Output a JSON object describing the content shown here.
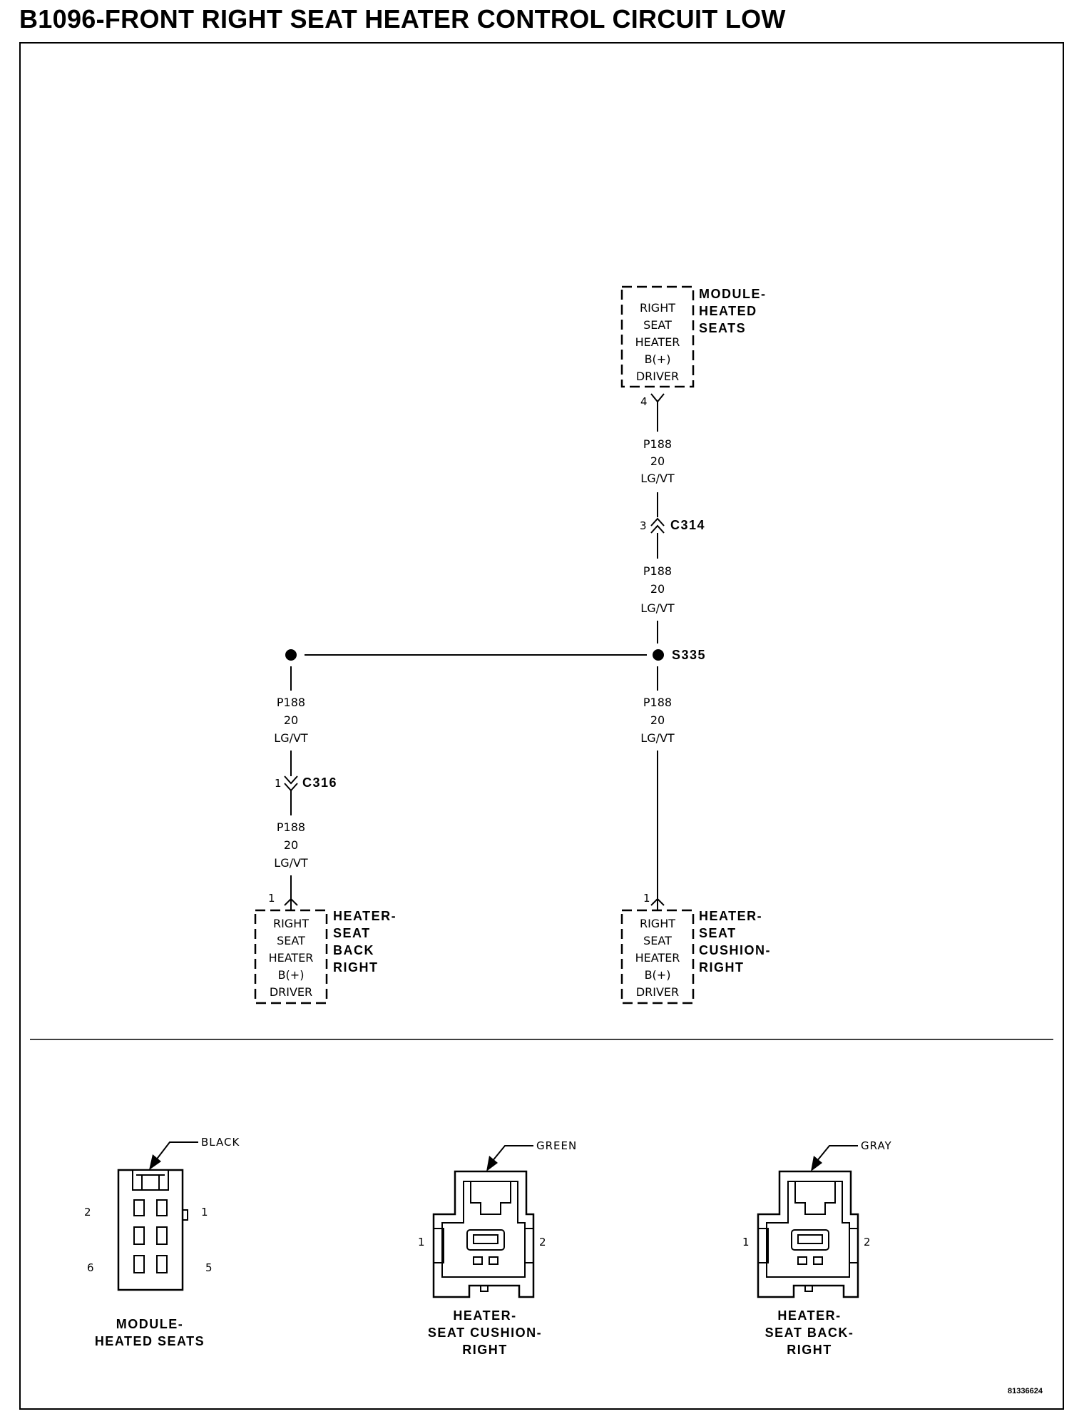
{
  "title": "B1096-FRONT RIGHT SEAT HEATER CONTROL CIRCUIT LOW",
  "module": {
    "name_lines": [
      "MODULE-",
      "HEATED",
      "SEATS"
    ],
    "box_lines": [
      "RIGHT",
      "SEAT",
      "HEATER",
      "B(+)",
      "DRIVER"
    ],
    "pin": "4"
  },
  "wire_label": [
    "P188",
    "20",
    "LG/VT"
  ],
  "connectors": {
    "c314": {
      "name": "C314",
      "pin": "3"
    },
    "c316": {
      "name": "C316",
      "pin": "1"
    }
  },
  "splice": {
    "name": "S335"
  },
  "seat_back": {
    "name_lines": [
      "HEATER-",
      "SEAT",
      "BACK",
      "RIGHT"
    ],
    "box_lines": [
      "RIGHT",
      "SEAT",
      "HEATER",
      "B(+)",
      "DRIVER"
    ],
    "pin": "1"
  },
  "seat_cushion": {
    "name_lines": [
      "HEATER-",
      "SEAT",
      "CUSHION-",
      "RIGHT"
    ],
    "box_lines": [
      "RIGHT",
      "SEAT",
      "HEATER",
      "B(+)",
      "DRIVER"
    ],
    "pin": "1"
  },
  "connector_views": {
    "module": {
      "color": "BLACK",
      "pins": [
        "2",
        "1",
        "6",
        "5"
      ],
      "caption_lines": [
        "MODULE-",
        "HEATED SEATS"
      ]
    },
    "cushion": {
      "color": "GREEN",
      "pins": [
        "1",
        "2"
      ],
      "caption_lines": [
        "HEATER-",
        "SEAT CUSHION-",
        "RIGHT"
      ]
    },
    "back": {
      "color": "GRAY",
      "pins": [
        "1",
        "2"
      ],
      "caption_lines": [
        "HEATER-",
        "SEAT BACK-",
        "RIGHT"
      ]
    }
  },
  "figure_id": "81336624"
}
